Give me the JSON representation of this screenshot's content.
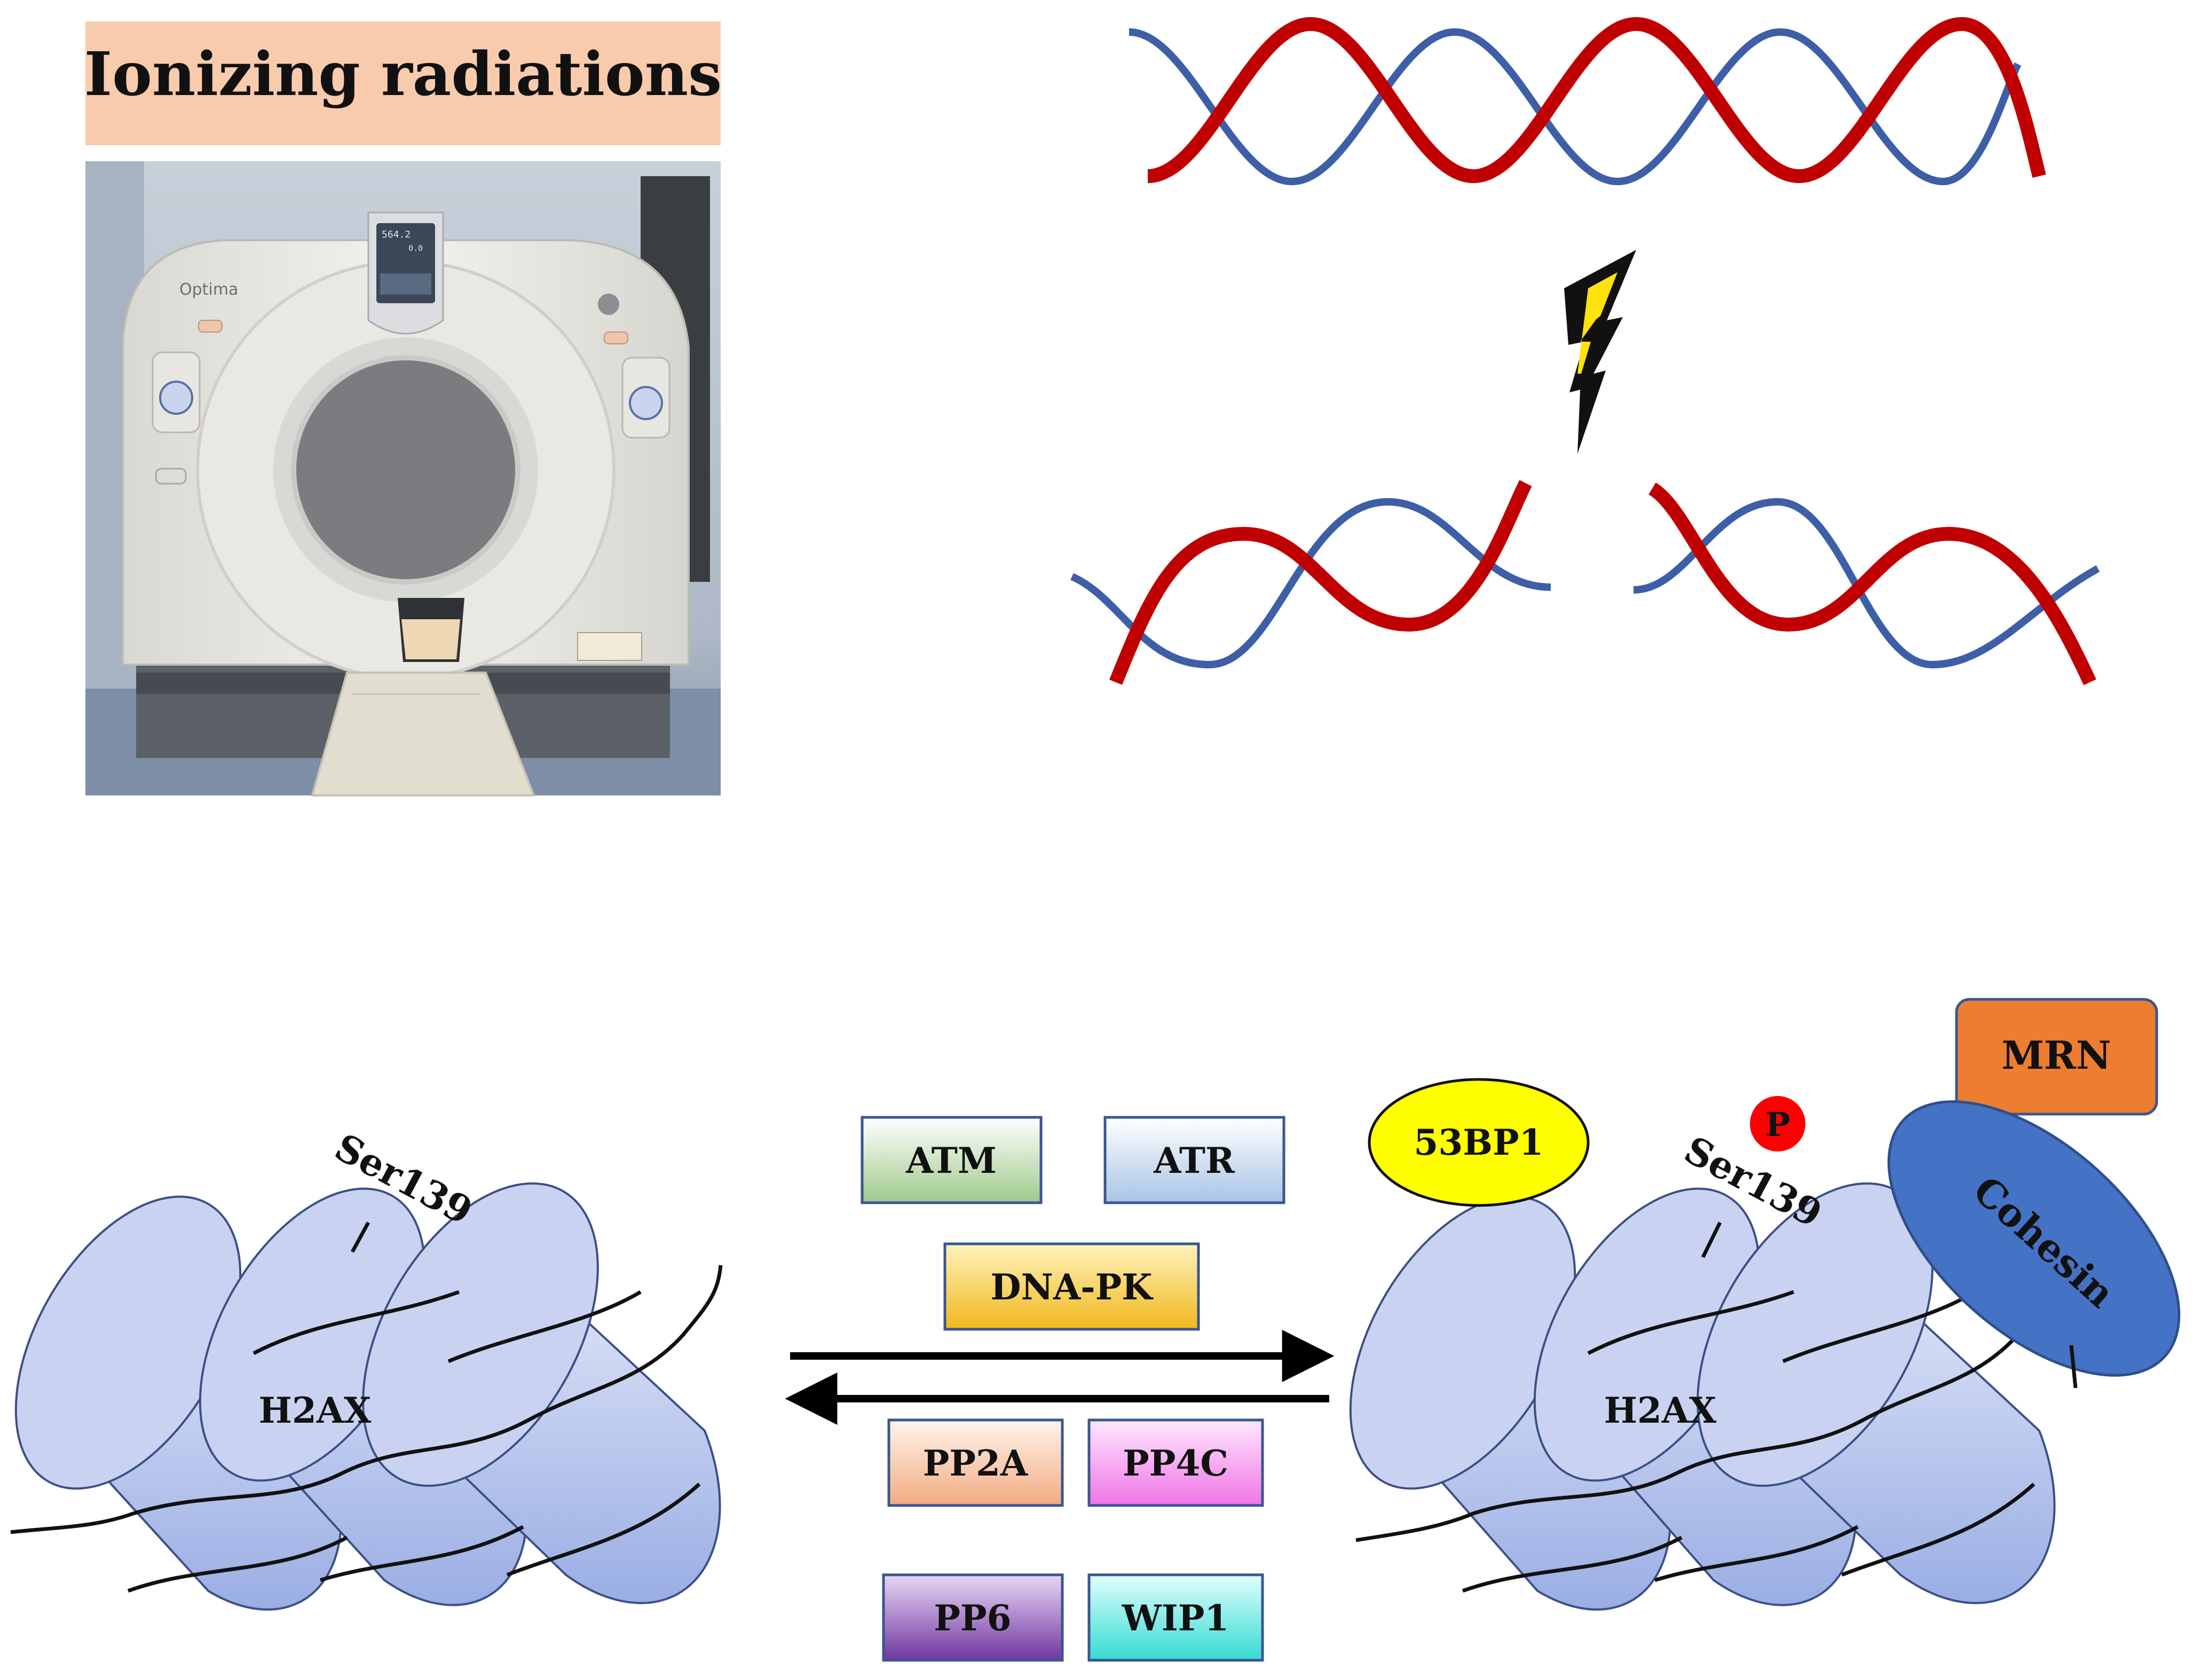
{
  "title_banner": {
    "text": "Ionizing radiations"
  },
  "scanner": {
    "brand": "Optima",
    "display_top": "564.2",
    "display_bottom": "0.0"
  },
  "left_nucleosome": {
    "site": "Ser139",
    "histone": "H2AX"
  },
  "right_nucleosome": {
    "site": "Ser139",
    "histone": "H2AX",
    "phospho": "P"
  },
  "kinases": [
    {
      "label": "ATM",
      "color": "#9fca8c"
    },
    {
      "label": "ATR",
      "color": "#a9c4e6"
    },
    {
      "label": "DNA-PK",
      "color": "#f0b81a"
    }
  ],
  "phosphatases": [
    {
      "label": "PP2A",
      "color": "#f2ab82"
    },
    {
      "label": "PP4C",
      "color": "#ee74e6"
    },
    {
      "label": "PP6",
      "color": "#7036a1"
    },
    {
      "label": "WIP1",
      "color": "#35dad3"
    }
  ],
  "factors": {
    "bp53": {
      "label": "53BP1",
      "color": "#ffff00"
    },
    "cohesin": {
      "label": "Cohesin",
      "color": "#4472c4"
    },
    "mrn": {
      "label": "MRN",
      "color": "#ed7d31"
    }
  },
  "colors": {
    "dna_strand_a": "#c00000",
    "dna_strand_b": "#3d5fa8",
    "banner": "#f8cbad",
    "nucleosome": "#b4c3eb",
    "phospho_circle": "#ff0000"
  }
}
